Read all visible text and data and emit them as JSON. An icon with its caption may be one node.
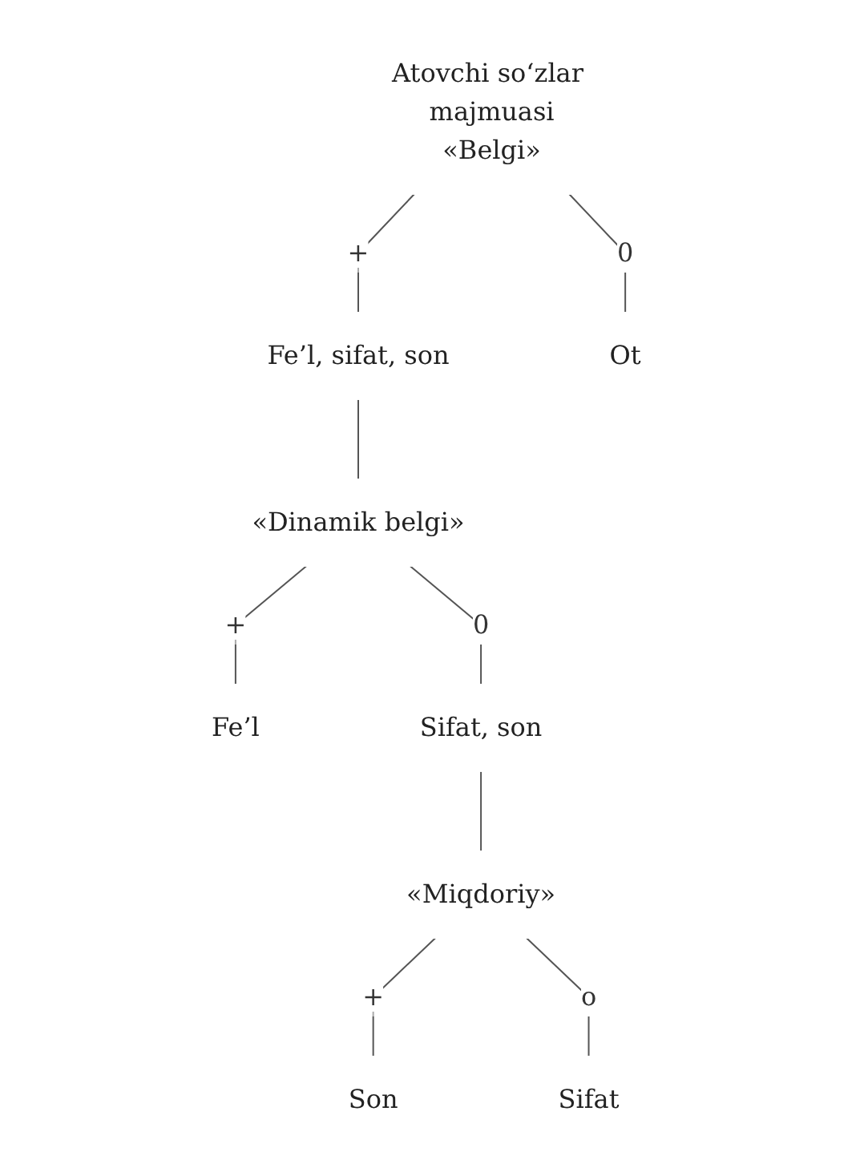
{
  "diagram": {
    "nodes": [
      {
        "text": [
          "Atovchi so‘zlar majmuasi",
          "«Belgi»"
        ]
      },
      {
        "text": [
          "Fe’l, sifat, son"
        ]
      },
      {
        "text": [
          "Ot"
        ]
      },
      {
        "text": [
          "«Dinamik belgi»"
        ]
      },
      {
        "text": [
          "Fe’l"
        ]
      },
      {
        "text": [
          "Sifat, son"
        ]
      },
      {
        "text": [
          "«Miqdoriy»"
        ]
      },
      {
        "text": [
          "Son"
        ]
      },
      {
        "text": [
          "Sifat"
        ]
      }
    ],
    "edges": [
      {
        "from": 0,
        "to": 1,
        "arrow": "none",
        "label": "+"
      },
      {
        "from": 0,
        "to": 2,
        "arrow": "none",
        "label": "0"
      },
      {
        "from": 1,
        "to": 3,
        "arrow": "none"
      },
      {
        "from": 3,
        "to": 4,
        "arrow": "none",
        "label": "+"
      },
      {
        "from": 3,
        "to": 5,
        "arrow": "none",
        "label": "0"
      },
      {
        "from": 5,
        "to": 6,
        "arrow": "none"
      },
      {
        "from": 6,
        "to": 7,
        "arrow": "none",
        "label": "+"
      },
      {
        "from": 6,
        "to": 8,
        "arrow": "none",
        "label": "o"
      }
    ]
  }
}
